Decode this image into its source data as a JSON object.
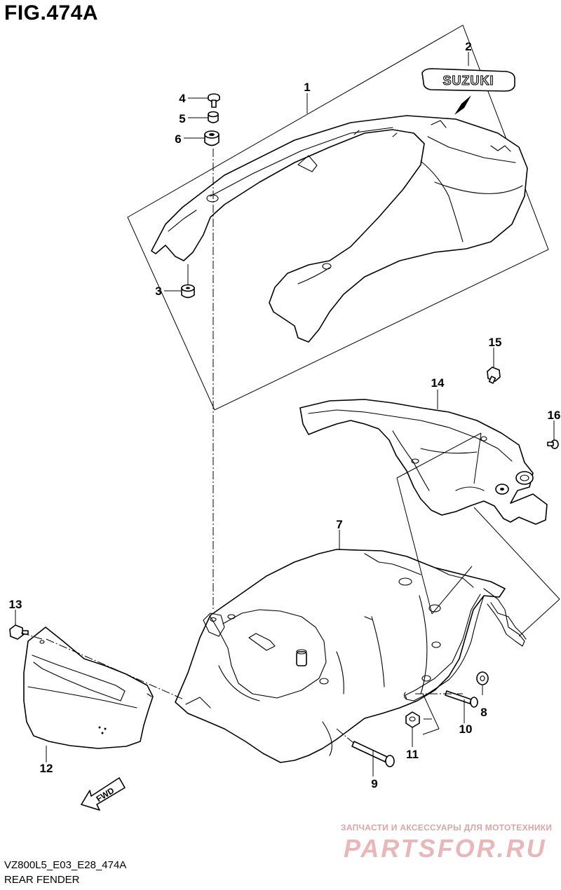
{
  "header": {
    "figure_title": "FIG.474A"
  },
  "footer": {
    "code": "VZ800L5_E03_E28_474A",
    "subtitle": "REAR FENDER"
  },
  "badge": {
    "text": "SUZUKI"
  },
  "fwd": {
    "text": "FWD"
  },
  "watermark": {
    "tagline": "ЗАПЧАСТИ И АКСЕССУАРЫ ДЛЯ МОТОТЕХНИКИ",
    "brand": "PARTSFOR.RU"
  },
  "callouts": [
    "1",
    "2",
    "3",
    "4",
    "5",
    "6",
    "7",
    "8",
    "9",
    "10",
    "11",
    "12",
    "13",
    "14",
    "15",
    "16"
  ],
  "colors": {
    "line": "#000000",
    "background": "#ffffff",
    "watermark": "#eab7b9"
  }
}
